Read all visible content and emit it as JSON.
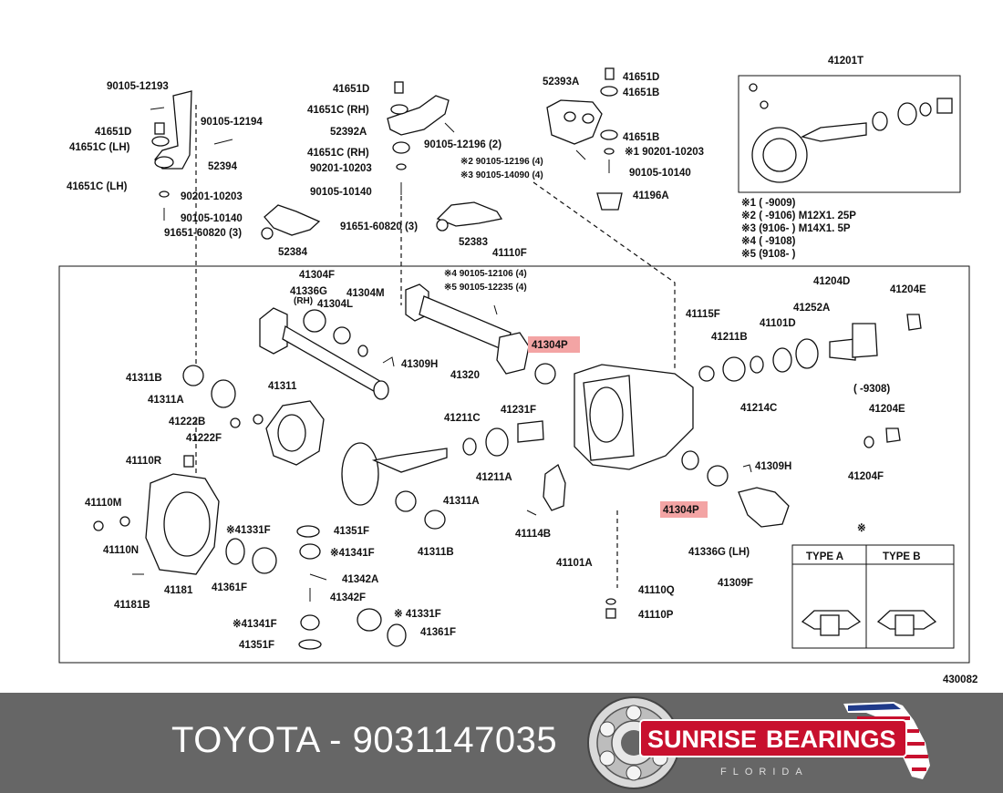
{
  "diagram": {
    "code": "430082",
    "type_a": "TYPE A",
    "type_b": "TYPE B",
    "legend_mark": "※",
    "notes": [
      "※1 (      -9009)",
      "※2 (      -9106) M12X1. 25P",
      "※3 (9106-      ) M14X1. 5P",
      "※4 (      -9108)",
      "※5 (9108-      )"
    ],
    "range_note": "(      -9308)",
    "labels": {
      "l01": "90105-12193",
      "l02": "41651D",
      "l03": "41651C (LH)",
      "l04": "90105-12194",
      "l05": "52394",
      "l06": "41651C (LH)",
      "l07": "90201-10203",
      "l08": "90105-10140",
      "l09": "91651-60820 (3)",
      "l10": "52384",
      "l11": "41651D",
      "l12": "41651C (RH)",
      "l13": "52392A",
      "l14": "90105-12196 (2)",
      "l15": "41651C (RH)",
      "l16": "90201-10203",
      "l17": "90105-10140",
      "l18": "91651-60820 (3)",
      "l19": "52383",
      "l20": "52393A",
      "l21": "41651D",
      "l22": "41651B",
      "l23": "41651B",
      "l24": "※1 90201-10203",
      "l25": "※2 90105-12196 (4)",
      "l26": "※3 90105-14090 (4)",
      "l27": "90105-10140",
      "l28": "41196A",
      "l29": "41201T",
      "l30": "41110F",
      "l31": "※4 90105-12106 (4)",
      "l32": "※5 90105-12235 (4)",
      "l33": "41304F",
      "l34": "41336G",
      "l35": "(RH)",
      "l36": "41304M",
      "l37": "41304L",
      "l38": "41309H",
      "l39": "41320",
      "l40": "41304P",
      "l41": "41115F",
      "l42": "41211B",
      "l43": "41101D",
      "l44": "41252A",
      "l45": "41204D",
      "l46": "41204E",
      "l47": "41214C",
      "l48": "41204E",
      "l49": "41204F",
      "l50": "41311B",
      "l51": "41311A",
      "l52": "41311",
      "l53": "41222B",
      "l54": "41222F",
      "l55": "41110R",
      "l56": "41211C",
      "l57": "41231F",
      "l58": "41211A",
      "l59": "41311A",
      "l60": "41311B",
      "l61": "41304P",
      "l62": "41309H",
      "l63": "41336G (LH)",
      "l64": "41309F",
      "l65": "41110M",
      "l66": "41110N",
      "l67": "41181B",
      "l68": "41181",
      "l69": "※41331F",
      "l70": "41361F",
      "l71": "41351F",
      "l72": "※41341F",
      "l73": "41342A",
      "l74": "41342F",
      "l75": "※41341F",
      "l76": "41351F",
      "l77": "※ 41331F",
      "l78": "41361F",
      "l79": "41114B",
      "l80": "41101A",
      "l81": "41110Q",
      "l82": "41110P"
    }
  },
  "footer": {
    "title": "TOYOTA - 9031147035",
    "brand_left": "SUNRISE",
    "brand_right": "BEARINGS",
    "brand_sub": "FLORIDA",
    "colors": {
      "band": "#666666",
      "brand_red": "#c8102e",
      "text": "#ffffff"
    }
  }
}
